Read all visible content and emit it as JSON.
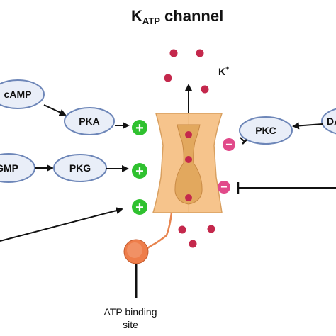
{
  "title": {
    "main": "K",
    "subscript": "ATP",
    "rest": " channel"
  },
  "ion": {
    "symbol": "K",
    "charge": "+"
  },
  "nodes": {
    "camp": "cAMP",
    "pka": "PKA",
    "cgmp": "GMP",
    "pkg": "PKG",
    "pkc": "PKC",
    "dag": "DAG"
  },
  "markers": {
    "activate": "+",
    "inhibit": "−"
  },
  "caption": {
    "line1": "ATP binding",
    "line2": "site"
  },
  "colors": {
    "node_fill": "#e9eef8",
    "node_stroke": "#6d86b8",
    "channel_fill": "#f6c48c",
    "channel_stroke": "#d9a060",
    "pore_fill": "#e2a85e",
    "ion_dot": "#c4284c",
    "plus_green": "#2fc12f",
    "minus_pink": "#e14a8a",
    "atp_site": "#ee7d4a"
  }
}
